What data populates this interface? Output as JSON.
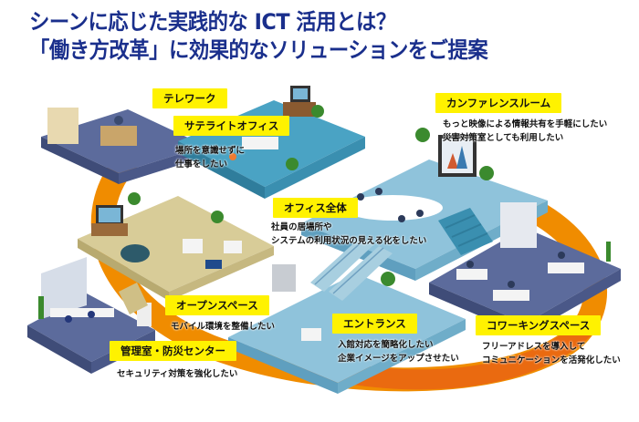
{
  "title": {
    "line1": "シーンに応じた実践的な ICT 活用とは？",
    "line2": "「働き方改革」に効果的なソリューションをご提案"
  },
  "colors": {
    "title": "#1a2f8c",
    "label_bg": "#fff200",
    "ring_orange": "#f08c00",
    "floor_navy": "#5a6a9a",
    "floor_teal": "#4aa3c4",
    "floor_sand": "#d8cc98",
    "floor_lightblue": "#8fc3db"
  },
  "scenes": [
    {
      "id": "telework",
      "label": "テレワーク",
      "description": []
    },
    {
      "id": "satellite-office",
      "label": "サテライトオフィス",
      "description": [
        "場所を意識せずに",
        "仕事をしたい"
      ]
    },
    {
      "id": "conference-room",
      "label": "カンファレンスルーム",
      "description": [
        "もっと映像による情報共有を手軽にしたい",
        "災害対策室としても利用したい"
      ]
    },
    {
      "id": "whole-office",
      "label": "オフィス全体",
      "description": [
        "社員の居場所や",
        "システムの利用状況の見える化をしたい"
      ]
    },
    {
      "id": "open-space",
      "label": "オープンスペース",
      "description": [
        "モバイル環境を整備したい"
      ]
    },
    {
      "id": "entrance",
      "label": "エントランス",
      "description": [
        "入館対応を簡略化したい",
        "企業イメージをアップさせたい"
      ]
    },
    {
      "id": "coworking-space",
      "label": "コワーキングスペース",
      "description": [
        "フリーアドレスを導入して",
        "コミュニケーションを活発化したい"
      ]
    },
    {
      "id": "control-room",
      "label": "管理室・防災センター",
      "description": [
        "セキュリティ対策を強化したい"
      ]
    }
  ]
}
